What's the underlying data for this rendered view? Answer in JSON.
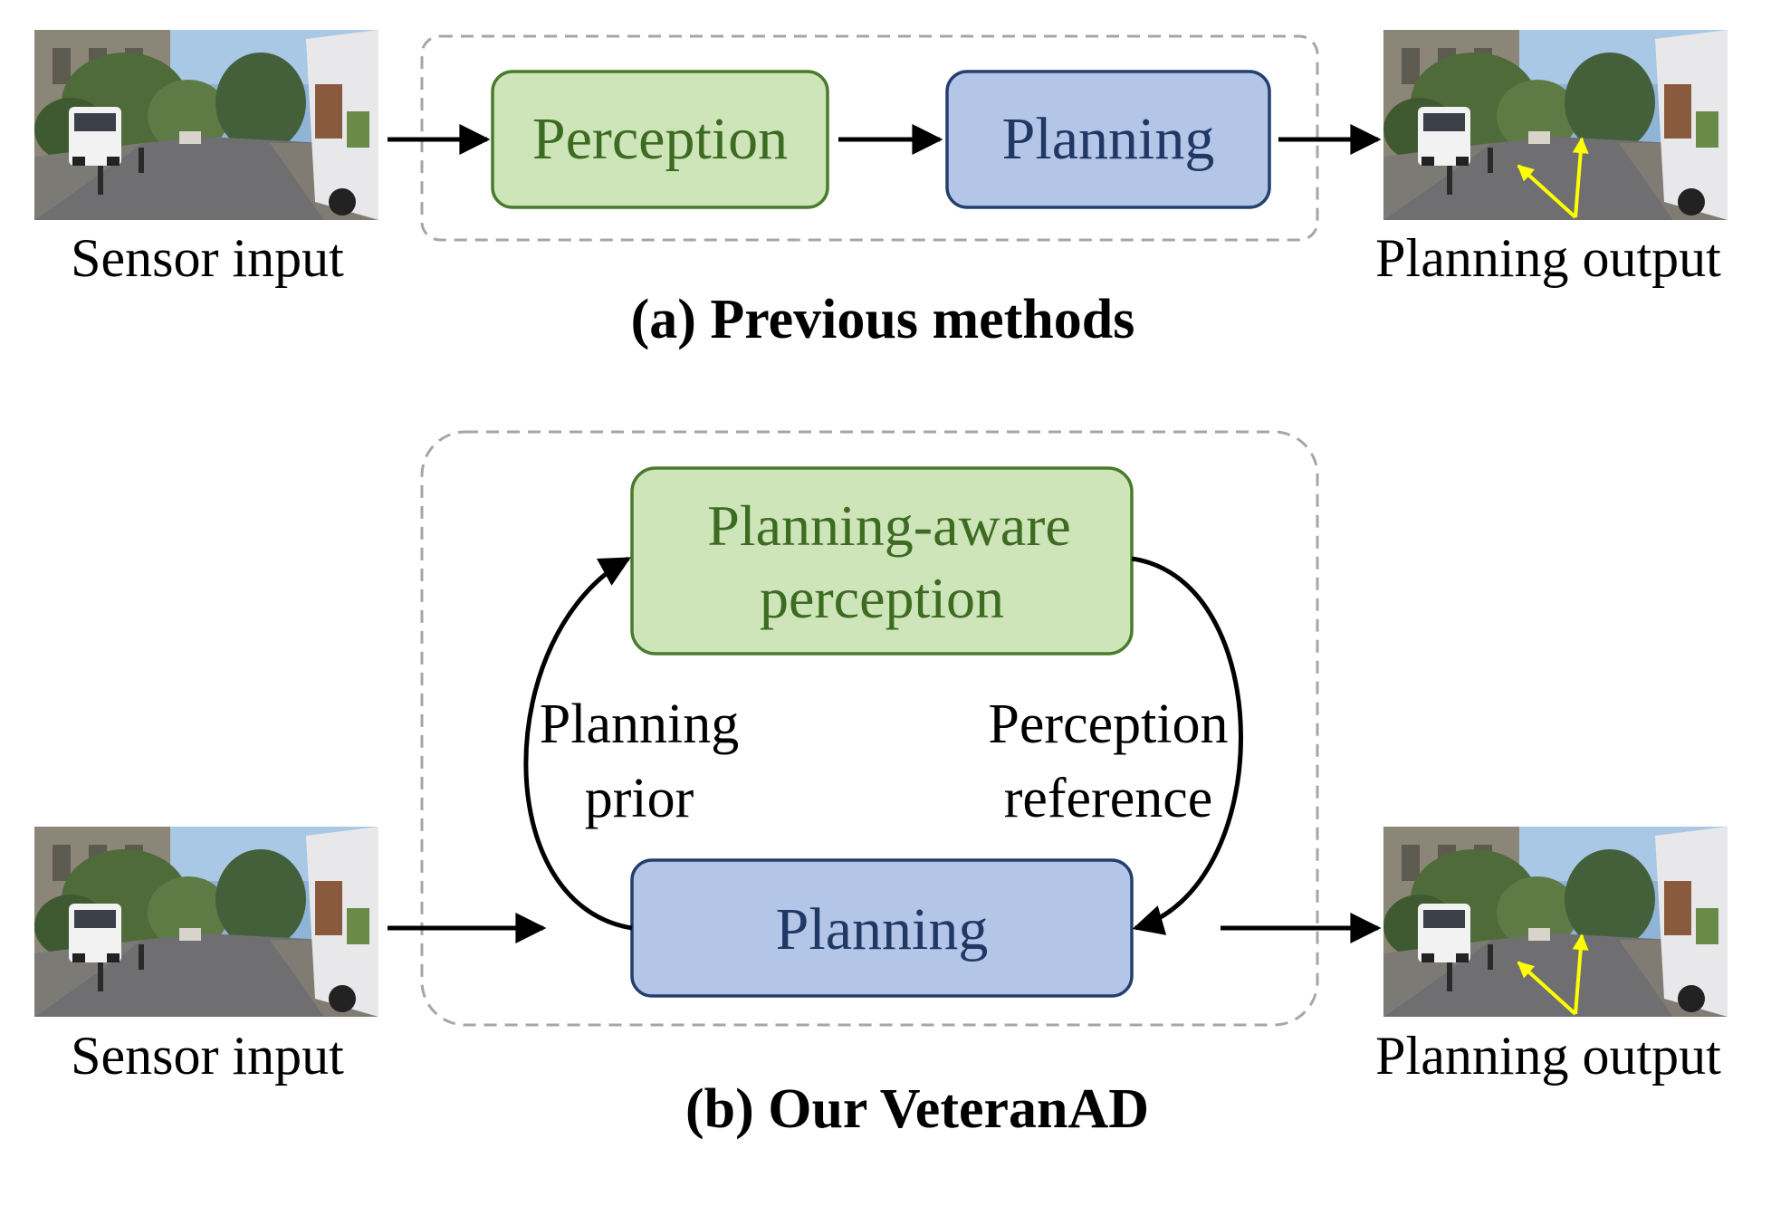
{
  "colors": {
    "perception_fill": "#cde5b8",
    "perception_stroke": "#4a7a2c",
    "perception_text": "#3d6b22",
    "planning_fill": "#b4c6e7",
    "planning_stroke": "#243e6e",
    "planning_text": "#1f3864",
    "dashed_border": "#a6a6a6",
    "arrow": "#000000",
    "trajectory": "#ffff00"
  },
  "top": {
    "sensor_label": "Sensor input",
    "perception_label": "Perception",
    "planning_label": "Planning",
    "output_label": "Planning output",
    "caption": "(a) Previous methods"
  },
  "bottom": {
    "sensor_label": "Sensor input",
    "perception_line1": "Planning-aware",
    "perception_line2": "perception",
    "planning_label": "Planning",
    "prior_line1": "Planning",
    "prior_line2": "prior",
    "reference_line1": "Perception",
    "reference_line2": "reference",
    "output_label": "Planning output",
    "caption": "(b) Our VeteranAD"
  },
  "icons": {
    "sensor_image": "street-scene-photo",
    "output_image": "street-scene-with-trajectory-photo"
  }
}
